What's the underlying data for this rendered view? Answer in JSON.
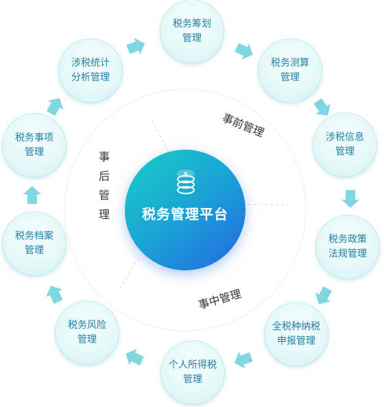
{
  "center": {
    "title": "税务管理平台",
    "icon": "coin-stack-icon"
  },
  "phases": {
    "before": "事前管理",
    "during": "事中管理",
    "after": [
      "事",
      "后",
      "管",
      "理"
    ]
  },
  "modules": [
    {
      "line1": "税务筹划",
      "line2": "管理"
    },
    {
      "line1": "税务测算",
      "line2": "管理"
    },
    {
      "line1": "涉税信息",
      "line2": "管理"
    },
    {
      "line1": "税务政策",
      "line2": "法规管理"
    },
    {
      "line1": "全税种纳税",
      "line2": "申报管理"
    },
    {
      "line1": "个人所得税",
      "line2": "管理"
    },
    {
      "line1": "税务风险",
      "line2": "管理"
    },
    {
      "line1": "税务档案",
      "line2": "管理"
    },
    {
      "line1": "税务事项",
      "line2": "管理"
    },
    {
      "line1": "涉税统计",
      "line2": "分析管理"
    }
  ],
  "colors": {
    "hub_start": "#16d0c4",
    "hub_end": "#2467e0",
    "node_text": "#1e7fa6",
    "arrow": "#7fd8e0"
  }
}
